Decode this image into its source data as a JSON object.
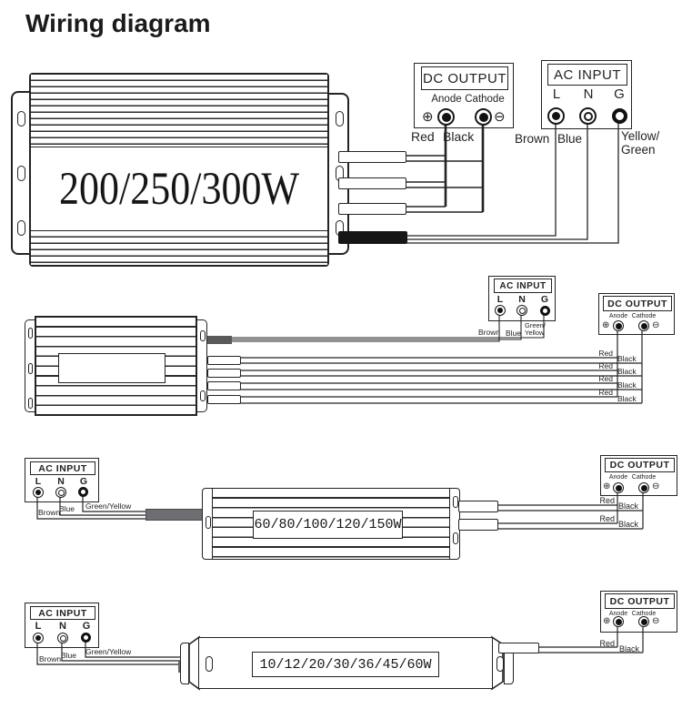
{
  "title": "Wiring diagram",
  "terminal_box": {
    "dc_output": "DC OUTPUT",
    "ac_input": "AC INPUT",
    "anode": "Anode",
    "cathode": "Cathode",
    "plus_symbol": "⊕",
    "minus_symbol": "⊖",
    "live": "L",
    "neutral": "N",
    "ground": "G"
  },
  "wire_colors": {
    "red": "Red",
    "black": "Black",
    "brown": "Brown",
    "blue": "Blue",
    "yellow_green_line1": "Yellow/",
    "yellow_green_line2": "Green",
    "green_yellow_line1": "Green/",
    "green_yellow_line2": "Yellow",
    "green_yellow": "Green/Yellow"
  },
  "power_supplies": [
    {
      "name": "large-psu",
      "wattage_label": "200/250/300W",
      "dc_wire_pairs": 3,
      "ac_wires": 3
    },
    {
      "name": "finned-psu",
      "wattage_label": "",
      "dc_wire_pairs": 4,
      "ac_wires": 3
    },
    {
      "name": "mid-psu",
      "wattage_label": "60/80/100/120/150W",
      "dc_wire_pairs": 2,
      "ac_wires": 3
    },
    {
      "name": "slim-psu",
      "wattage_label": "10/12/20/30/36/45/60W",
      "dc_wire_pairs": 1,
      "ac_wires": 3
    }
  ],
  "colors": {
    "line": "#232323",
    "ac_cable_black": "#161616",
    "cable_gray": "#58595b"
  }
}
